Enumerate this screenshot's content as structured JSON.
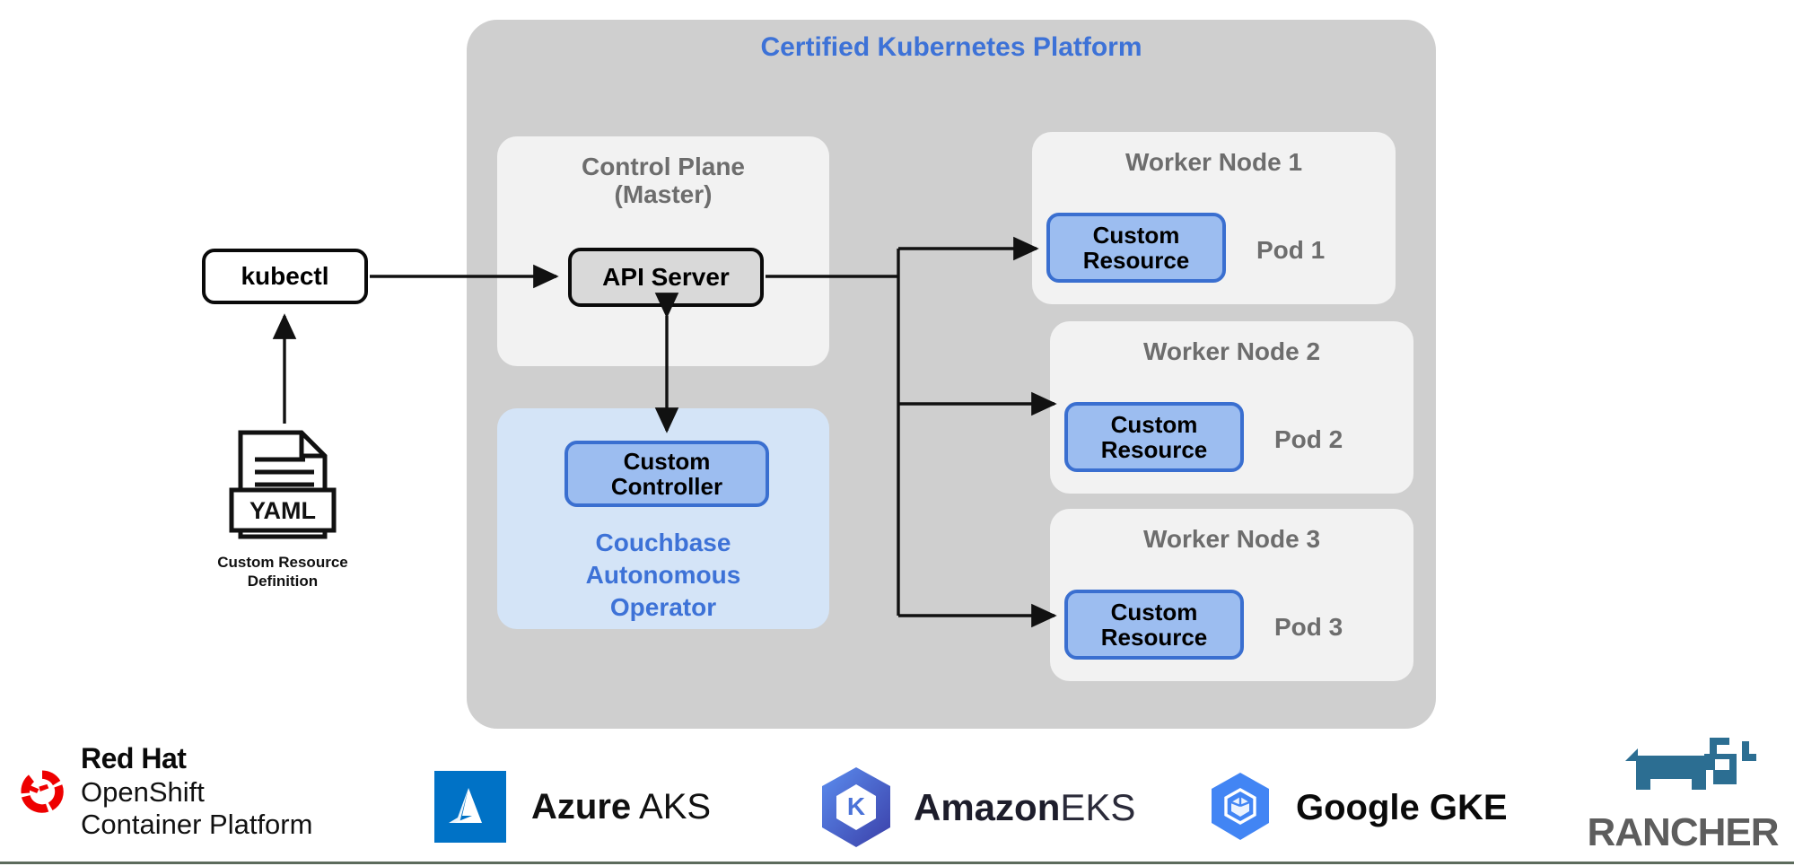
{
  "diagram": {
    "title": "Certified Kubernetes Platform",
    "title_color": "#3d72d7",
    "panel_color": "#cfcfcf"
  },
  "client": {
    "kubectl_label": "kubectl",
    "yaml_icon_label": "YAML",
    "yaml_icon_name": "yaml-file-icon",
    "crd_caption_line1": "Custom Resource",
    "crd_caption_line2": "Definition"
  },
  "control_plane": {
    "title_line1": "Control Plane",
    "title_line2": "(Master)",
    "api_server_label": "API Server"
  },
  "operator": {
    "controller_line1": "Custom",
    "controller_line2": "Controller",
    "name_line1": "Couchbase",
    "name_line2": "Autonomous",
    "name_line3": "Operator",
    "name_color": "#3d72d7",
    "panel_color": "#d4e4f7"
  },
  "worker_nodes": [
    {
      "title": "Worker Node 1",
      "resource_line1": "Custom",
      "resource_line2": "Resource",
      "pod_label": "Pod 1"
    },
    {
      "title": "Worker Node 2",
      "resource_line1": "Custom",
      "resource_line2": "Resource",
      "pod_label": "Pod 2"
    },
    {
      "title": "Worker Node 3",
      "resource_line1": "Custom",
      "resource_line2": "Resource",
      "pod_label": "Pod 3"
    }
  ],
  "platform_logos": [
    {
      "id": "redhat-openshift",
      "icon_name": "redhat-shadowman-icon",
      "icon_color": "#ee0000",
      "line1": "Red Hat",
      "line2": "OpenShift",
      "line3": "Container Platform"
    },
    {
      "id": "azure-aks",
      "icon_name": "azure-logo-icon",
      "icon_color": "#0072c6",
      "bold_text": "Azure",
      "regular_text": "AKS"
    },
    {
      "id": "amazon-eks",
      "icon_name": "amazon-eks-hexagon-icon",
      "icon_color": "#4a72d8",
      "bold_text": "Amazon",
      "regular_text": "EKS"
    },
    {
      "id": "google-gke",
      "icon_name": "google-gke-hexagon-icon",
      "icon_color": "#4285f4",
      "text": "Google GKE"
    },
    {
      "id": "rancher",
      "icon_name": "rancher-cow-icon",
      "icon_color": "#2c6e92",
      "text": "RANCHER"
    }
  ]
}
